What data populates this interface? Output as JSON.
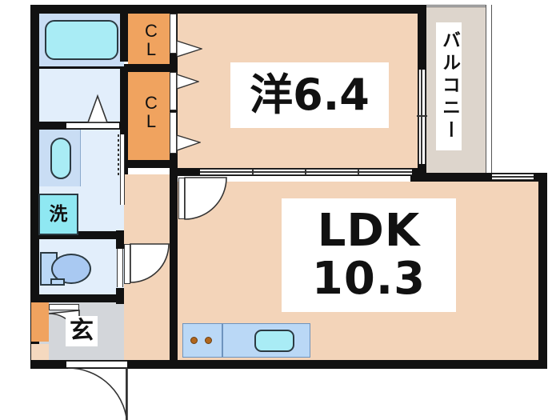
{
  "plan": {
    "type": "floor-plan",
    "layout_code": "1LDK",
    "rooms": [
      {
        "key": "ldk",
        "label_line1": "LDK",
        "label_line2": "10.3",
        "area_jo": 10.3,
        "name_en": "Living Dining Kitchen"
      },
      {
        "key": "western",
        "label": "洋6.4",
        "area_jo": 6.4,
        "name_en": "Western-style room"
      },
      {
        "key": "balcony",
        "label": "バルコニー",
        "name_en": "Balcony"
      },
      {
        "key": "entrance",
        "label": "玄",
        "name_en": "Entrance"
      },
      {
        "key": "closet_upper",
        "label_line1": "C",
        "label_line2": "L",
        "name_en": "Closet"
      },
      {
        "key": "closet_lower",
        "label_line1": "C",
        "label_line2": "L",
        "name_en": "Closet"
      },
      {
        "key": "washer",
        "label": "洗",
        "name_en": "Washing machine space"
      }
    ],
    "fixtures": [
      {
        "key": "bathtub",
        "name_en": "Bathtub"
      },
      {
        "key": "vanity-basin",
        "name_en": "Wash basin"
      },
      {
        "key": "washing-machine",
        "name_en": "Washing machine",
        "label": "洗"
      },
      {
        "key": "toilet",
        "name_en": "Toilet"
      },
      {
        "key": "kitchen-sink",
        "name_en": "Kitchen sink"
      },
      {
        "key": "stove",
        "name_en": "Stove",
        "burners": 2
      },
      {
        "key": "shoe-closet",
        "name_en": "Shoe closet"
      }
    ],
    "colors": {
      "wall": "#111111",
      "room_floor": "#f3d4b9",
      "closet": "#f0a35f",
      "wet_area": "#e2eefb",
      "bath": "#c9ddf4",
      "kitchen": "#bad8f6",
      "entrance": "#d3d6da",
      "balcony": "#ddd5cc",
      "fixture_accent": "#a9ecf5",
      "burner": "#b0661d",
      "background": "#ffffff"
    }
  }
}
